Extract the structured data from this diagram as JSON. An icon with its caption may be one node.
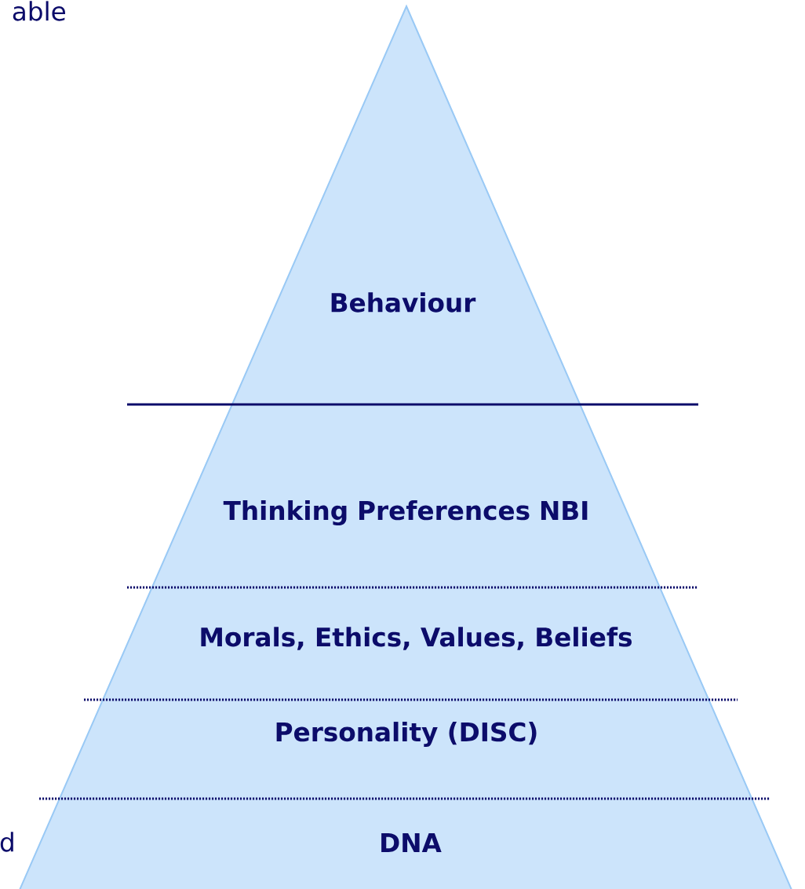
{
  "diagram": {
    "nodes": [
      {
        "text": [
          "Behaviour",
          "Thinking Preferences NBI",
          "Morals, Ethics, Values, Beliefs",
          "Personality (DISC)",
          "DNA"
        ]
      }
    ],
    "labels": [
      "able",
      "d"
    ]
  }
}
